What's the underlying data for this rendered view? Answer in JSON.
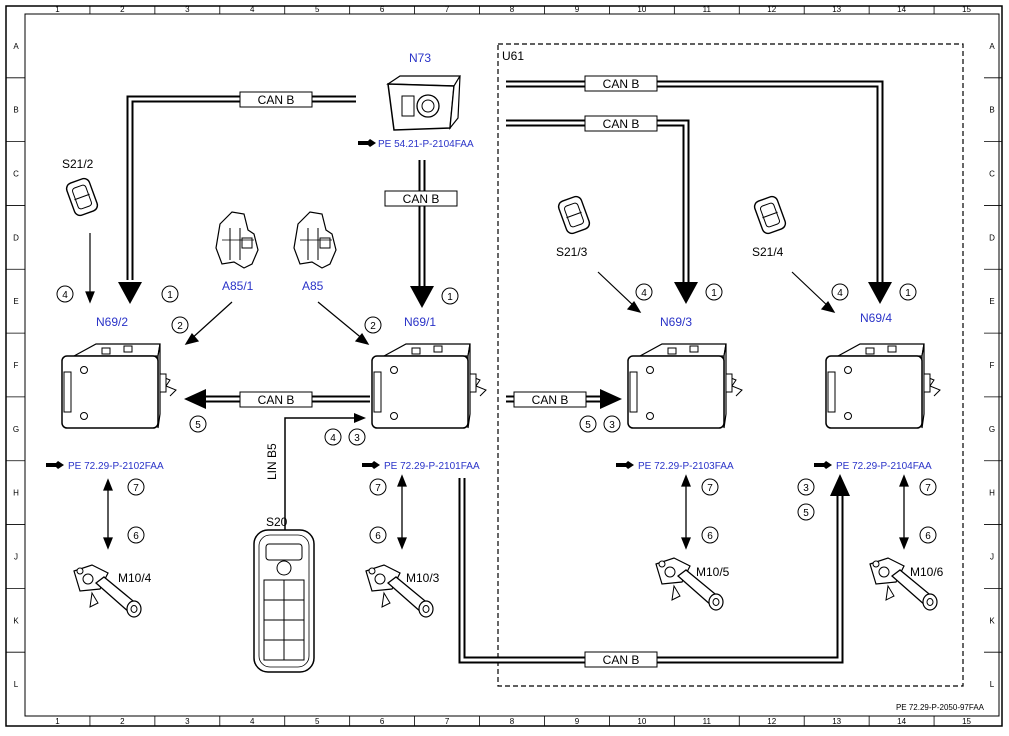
{
  "grid": {
    "columns": [
      "1",
      "2",
      "3",
      "4",
      "5",
      "6",
      "7",
      "8",
      "9",
      "10",
      "11",
      "12",
      "13",
      "14",
      "15"
    ],
    "rows": [
      "A",
      "B",
      "C",
      "D",
      "E",
      "F",
      "G",
      "H",
      "J",
      "K",
      "L"
    ]
  },
  "region_label": "U61",
  "components": {
    "n73": "N73",
    "s21_2": "S21/2",
    "s21_3": "S21/3",
    "s21_4": "S21/4",
    "a85_1": "A85/1",
    "a85": "A85",
    "n69_2": "N69/2",
    "n69_1": "N69/1",
    "n69_3": "N69/3",
    "n69_4": "N69/4",
    "s20": "S20",
    "m10_4": "M10/4",
    "m10_3": "M10/3",
    "m10_5": "M10/5",
    "m10_6": "M10/6"
  },
  "references": {
    "n73": "PE 54.21-P-2104FAA",
    "n69_2": "PE 72.29-P-2102FAA",
    "n69_1": "PE 72.29-P-2101FAA",
    "n69_3": "PE 72.29-P-2103FAA",
    "n69_4": "PE 72.29-P-2104FAA"
  },
  "bus_labels": {
    "can_b": "CAN B",
    "lin_b5": "LIN B5"
  },
  "markers": {
    "one": "1",
    "two": "2",
    "three": "3",
    "four": "4",
    "five": "5",
    "six": "6",
    "seven": "7"
  },
  "doc_code": "PE 72.29-P-2050-97FAA"
}
